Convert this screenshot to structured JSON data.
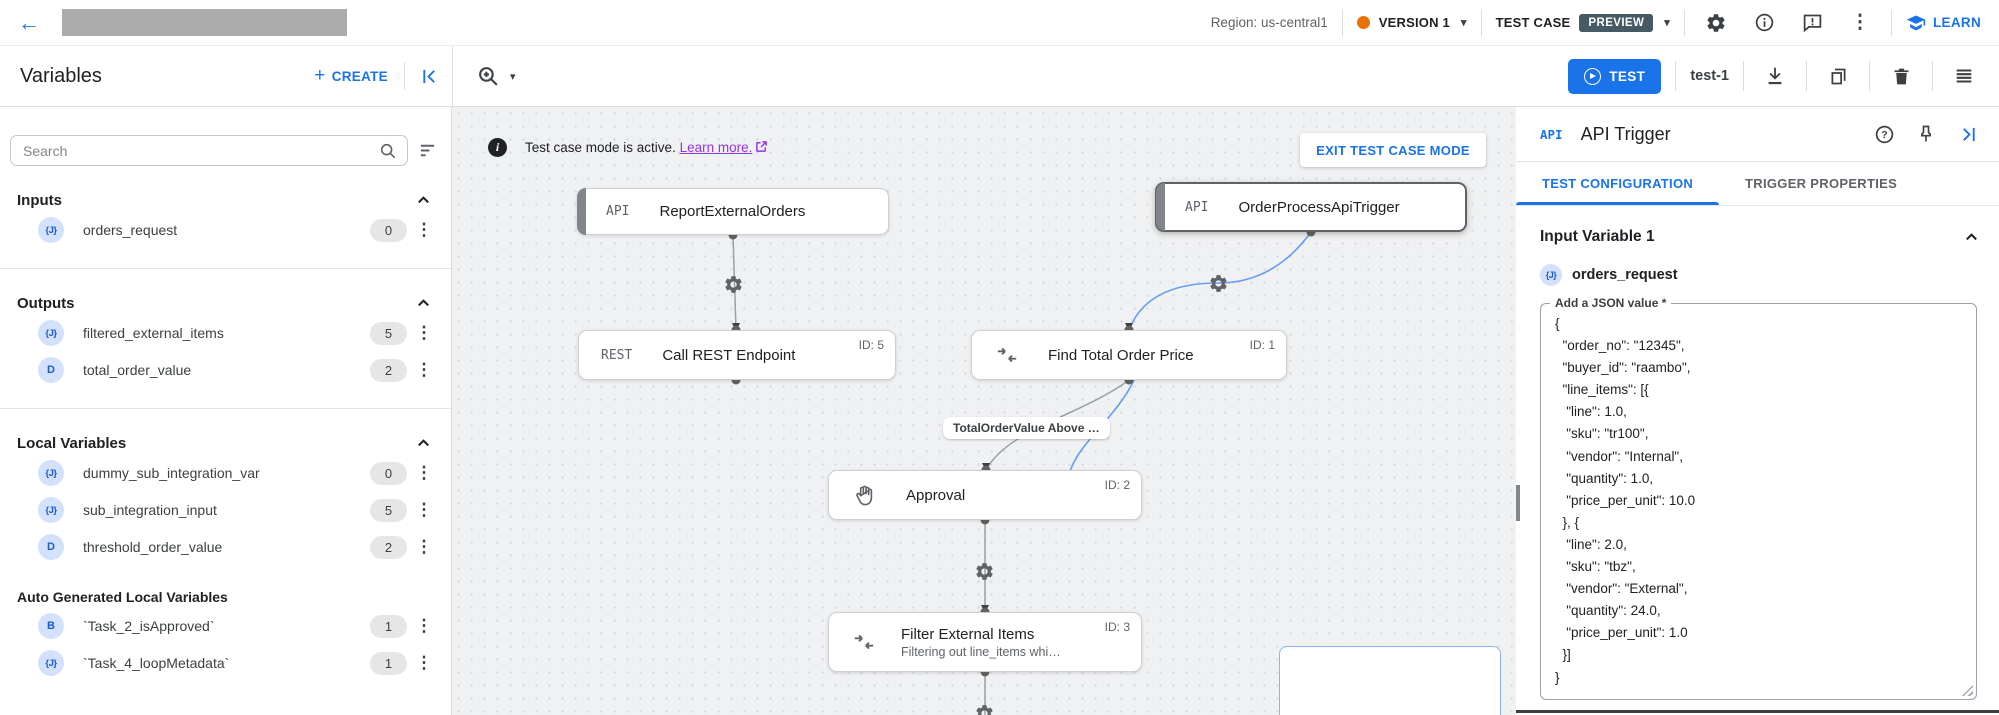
{
  "topbar": {
    "region": "Region: us-central1",
    "version": {
      "label": "VERSION 1"
    },
    "test_case": {
      "label": "TEST CASE",
      "badge": "PREVIEW"
    },
    "learn_label": "LEARN"
  },
  "toolbar": {
    "title": "Variables",
    "create_label": "CREATE",
    "test_button_label": "TEST",
    "test_name": "test-1"
  },
  "sidebar": {
    "search_placeholder": "Search",
    "sections": [
      {
        "title": "Inputs",
        "collapsible": true,
        "divider_after": true,
        "items": [
          {
            "chip": "{J}",
            "name": "orders_request",
            "count": "0"
          }
        ]
      },
      {
        "title": "Outputs",
        "collapsible": true,
        "divider_after": true,
        "items": [
          {
            "chip": "{J}",
            "name": "filtered_external_items",
            "count": "5"
          },
          {
            "chip": "D",
            "name": "total_order_value",
            "count": "2"
          }
        ]
      },
      {
        "title": "Local Variables",
        "collapsible": true,
        "divider_after": false,
        "items": [
          {
            "chip": "{J}",
            "name": "dummy_sub_integration_var",
            "count": "0"
          },
          {
            "chip": "{J}",
            "name": "sub_integration_input",
            "count": "5"
          },
          {
            "chip": "D",
            "name": "threshold_order_value",
            "count": "2"
          }
        ]
      },
      {
        "title": "Auto Generated Local Variables",
        "collapsible": false,
        "divider_after": false,
        "small": true,
        "items": [
          {
            "chip": "B",
            "name": "`Task_2_isApproved`",
            "count": "1"
          },
          {
            "chip": "{J}",
            "name": "`Task_4_loopMetadata`",
            "count": "1"
          }
        ]
      }
    ]
  },
  "canvas": {
    "banner": {
      "text": "Test case mode is active.",
      "link": "Learn more.",
      "exit_button": "EXIT TEST CASE MODE"
    },
    "nodes": {
      "report": {
        "icon_label": "API",
        "title": "ReportExternalOrders"
      },
      "trigger": {
        "icon_label": "API",
        "title": "OrderProcessApiTrigger"
      },
      "rest": {
        "icon_label": "REST",
        "title": "Call REST Endpoint",
        "id": "ID: 5"
      },
      "find": {
        "title": "Find Total Order Price",
        "id": "ID: 1"
      },
      "approval": {
        "title": "Approval",
        "id": "ID: 2"
      },
      "filter": {
        "title": "Filter External Items",
        "id": "ID: 3",
        "subtitle": "Filtering out line_items whi…"
      }
    },
    "edge_label": "TotalOrderValue Above …"
  },
  "panel": {
    "icon_label": "API",
    "title": "API Trigger",
    "tabs": [
      {
        "label": "TEST CONFIGURATION"
      },
      {
        "label": "TRIGGER PROPERTIES"
      }
    ],
    "section_title": "Input Variable 1",
    "variable": {
      "chip": "{J}",
      "name": "orders_request"
    },
    "field_label": "Add a JSON value *",
    "json_value": "{\n  \"order_no\": \"12345\",\n  \"buyer_id\": \"raambo\",\n  \"line_items\": [{\n   \"line\": 1.0,\n   \"sku\": \"tr100\",\n   \"vendor\": \"Internal\",\n   \"quantity\": 1.0,\n   \"price_per_unit\": 10.0\n  }, {\n   \"line\": 2.0,\n   \"sku\": \"tbz\",\n   \"vendor\": \"External\",\n   \"quantity\": 24.0,\n   \"price_per_unit\": 1.0\n  }]\n}"
  },
  "colors": {
    "accent_blue": "#1a73e8",
    "version_dot": "#e8710a",
    "preview_badge": "#455a64",
    "link_purple": "#9334e6"
  }
}
